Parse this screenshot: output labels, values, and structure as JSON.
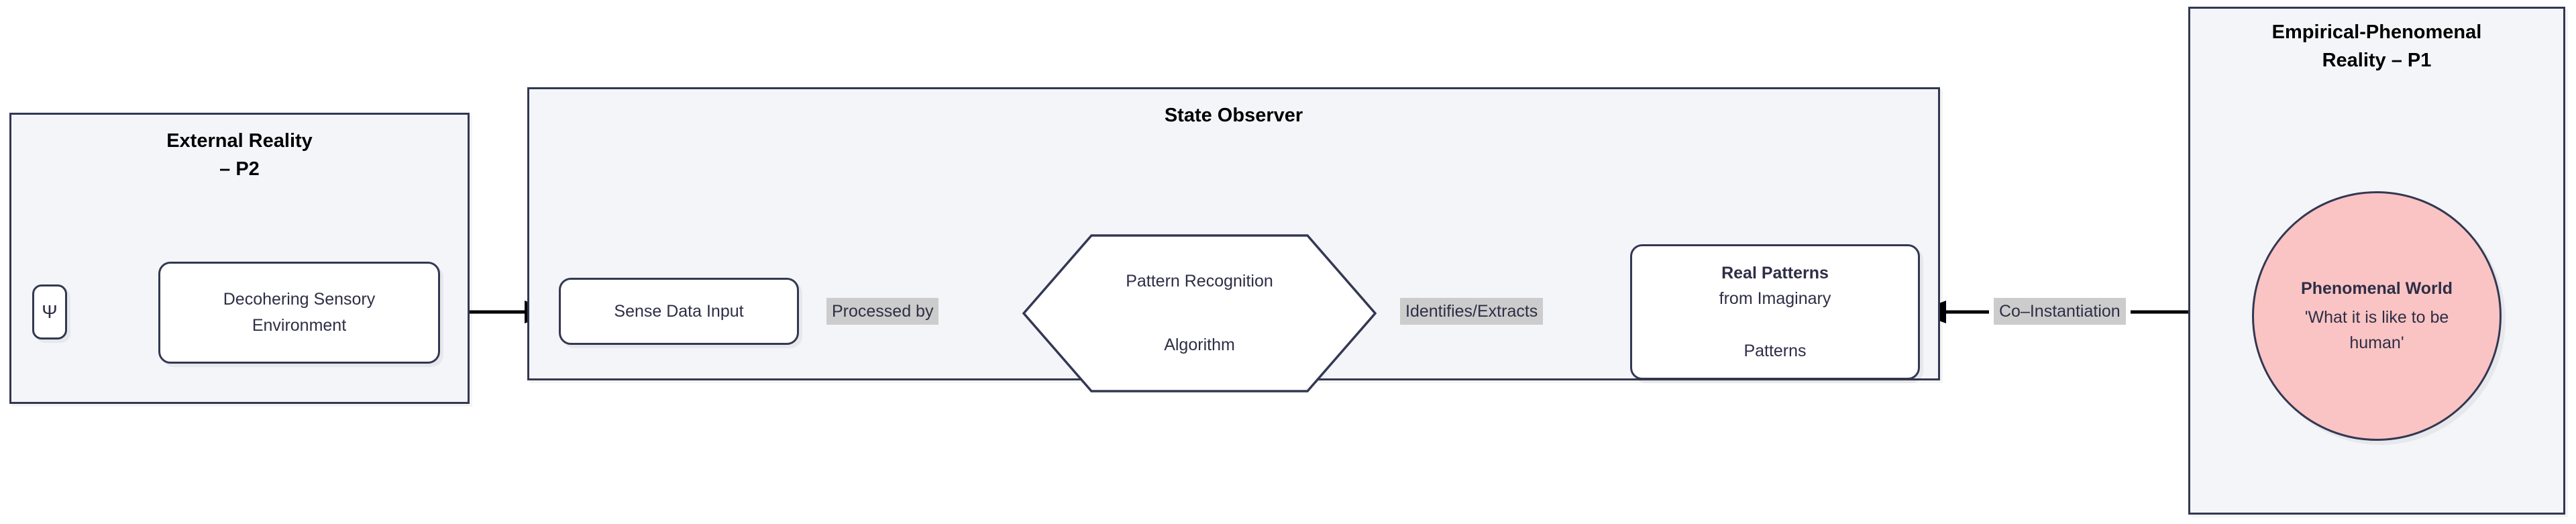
{
  "diagram": {
    "title_hidden": "",
    "panels": [
      {
        "id": "p2",
        "title": "External Reality\n– P2"
      },
      {
        "id": "observer",
        "title": "State Observer"
      },
      {
        "id": "p1",
        "title": "Empirical-Phenomenal\nReality – P1"
      }
    ],
    "nodes": {
      "psi": {
        "label": "Ψ"
      },
      "decohering": {
        "label": "Decohering Sensory\nEnvironment"
      },
      "sense_data": {
        "label": "Sense Data Input"
      },
      "hexagon": {
        "label": "Pattern Recognition\n\nAlgorithm"
      },
      "real_patterns": {
        "title": "Real Patterns",
        "sub": "from Imaginary\n\nPatterns"
      },
      "phenomenal": {
        "title": "Phenomenal World",
        "sub": "'What it is like to be\nhuman'"
      }
    },
    "edge_labels": {
      "processed_by": "Processed by",
      "identifies_extracts": "Identifies/Extracts",
      "co_instantiation": "Co–Instantiation"
    },
    "colors": {
      "panel_fill": "#f4f5f9",
      "panel_border": "#333852",
      "node_fill": "#ffffff",
      "node_border": "#333852",
      "accent_pink": "#fac4c4",
      "edge_label_bg": "#cccccc",
      "text": "#2e2e46",
      "edge_stroke": "#000000"
    }
  }
}
